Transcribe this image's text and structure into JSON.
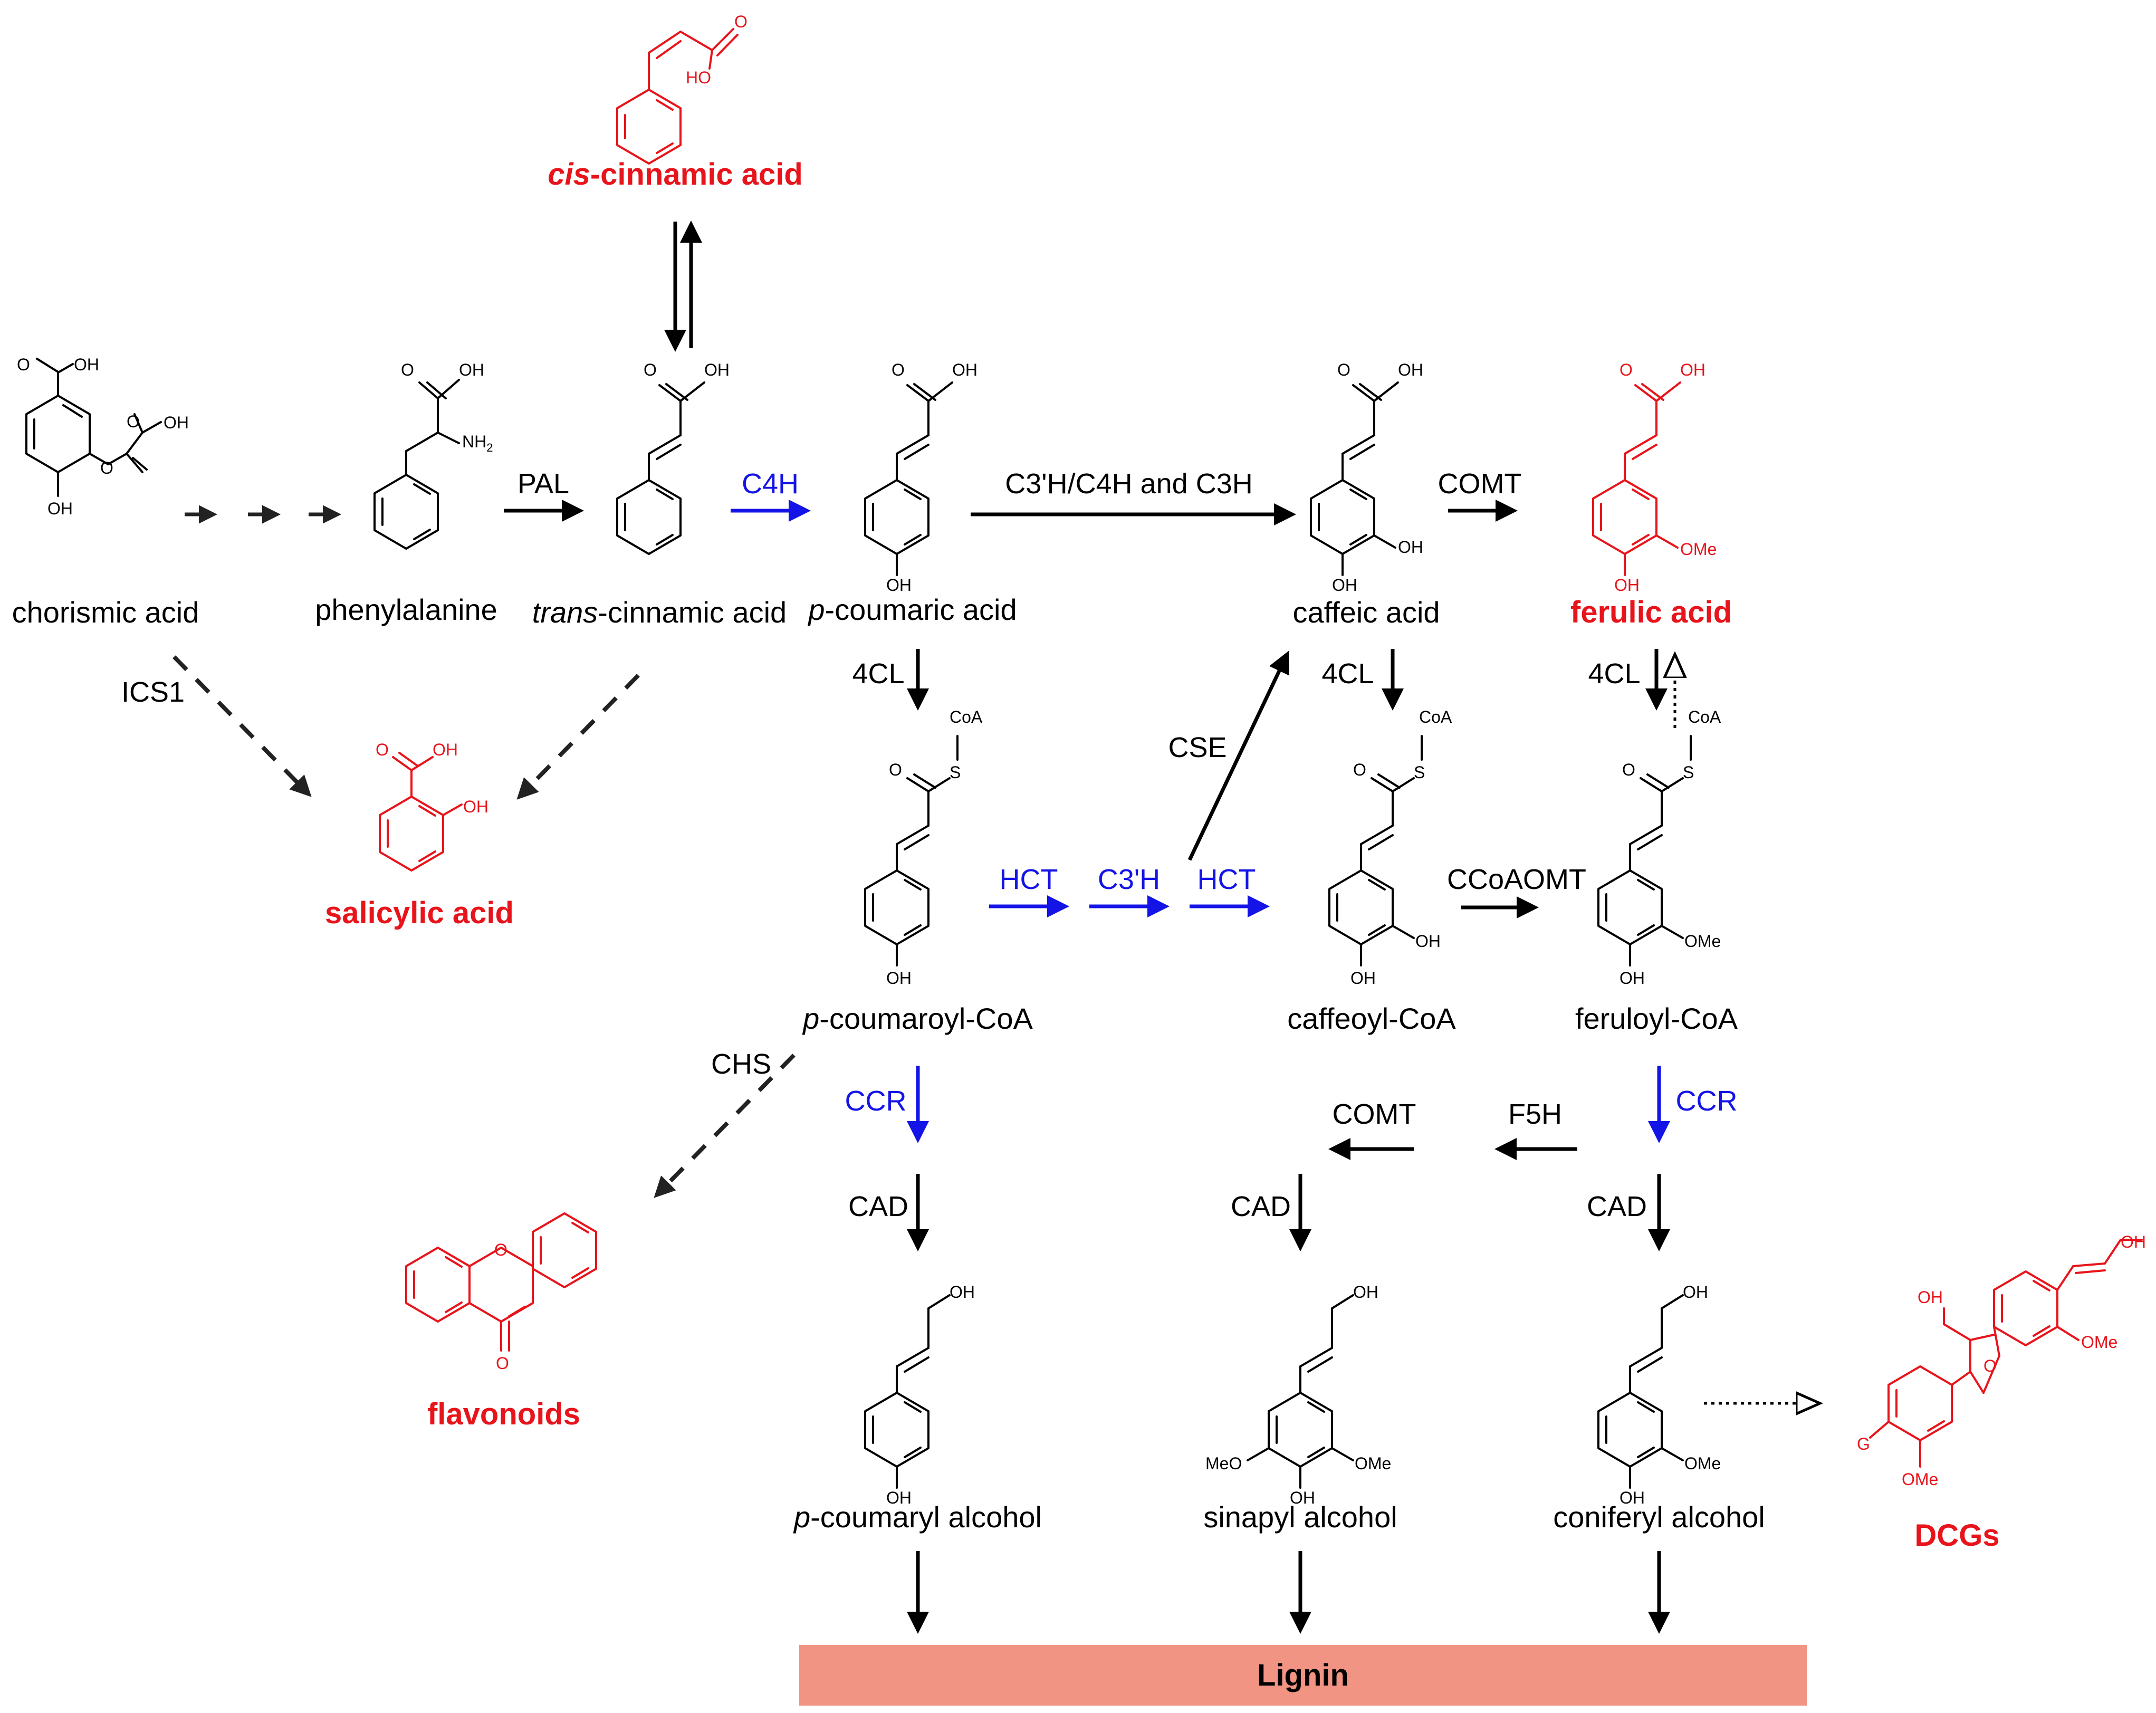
{
  "compounds": {
    "cis_cinnamic": "cis-cinnamic acid",
    "cis_prefix": "cis",
    "cis_suffix": "-cinnamic acid",
    "chorismic": "chorismic acid",
    "phenylalanine": "phenylalanine",
    "trans_prefix": "trans",
    "trans_suffix": "-cinnamic acid",
    "p_coumaric_prefix": "p",
    "p_coumaric_suffix": "-coumaric acid",
    "caffeic": "caffeic acid",
    "ferulic": "ferulic acid",
    "salicylic": "salicylic acid",
    "p_coumaroyl_prefix": "p",
    "p_coumaroyl_suffix": "-coumaroyl-CoA",
    "caffeoyl": "caffeoyl-CoA",
    "feruloyl": "feruloyl-CoA",
    "flavonoids": "flavonoids",
    "p_coumaryl_prefix": "p",
    "p_coumaryl_suffix": "-coumaryl alcohol",
    "sinapyl": "sinapyl alcohol",
    "coniferyl": "coniferyl alcohol",
    "dcgs": "DCGs",
    "lignin": "Lignin"
  },
  "enzymes": {
    "pal": "PAL",
    "c4h": "C4H",
    "c3h_c4h_c3h": "C3'H/C4H and C3H",
    "comt_top": "COMT",
    "ics1": "ICS1",
    "fourcl_a": "4CL",
    "fourcl_b": "4CL",
    "fourcl_c": "4CL",
    "cse": "CSE",
    "hct_a": "HCT",
    "c3h": "C3'H",
    "hct_b": "HCT",
    "ccoaomt": "CCoAOMT",
    "chs": "CHS",
    "ccr_a": "CCR",
    "comt_bottom": "COMT",
    "f5h": "F5H",
    "ccr_b": "CCR",
    "cad_a": "CAD",
    "cad_b": "CAD",
    "cad_c": "CAD"
  },
  "atoms": {
    "o": "O",
    "oh": "OH",
    "ho": "HO",
    "nh2": "NH",
    "nh2_sub": "2",
    "s": "S",
    "coa": "CoA",
    "ome": "OMe",
    "meo": "MeO",
    "g": "G"
  },
  "colors": {
    "highlight_compound": "#e8141b",
    "blue_enzyme": "#1414e6",
    "lignin_bar": "#f29483",
    "default": "#000000"
  }
}
